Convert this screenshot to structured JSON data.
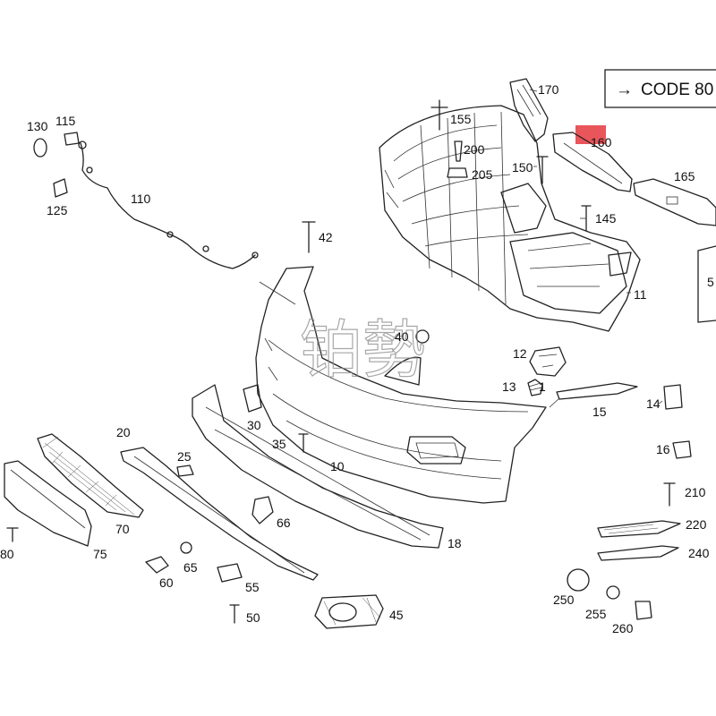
{
  "code_box": {
    "arrow": "→",
    "text": "CODE 80"
  },
  "highlight_color": "#e8555a",
  "watermark": "铂勢",
  "labels": {
    "l130": "130",
    "l115": "115",
    "l125": "125",
    "l110": "110",
    "l42": "42",
    "l155": "155",
    "l200": "200",
    "l205": "205",
    "l170": "170",
    "l160": "160",
    "l150": "150",
    "l165": "165",
    "l145": "145",
    "l11": "11",
    "l5": "5",
    "l40": "40",
    "l12": "12",
    "l13": "13",
    "l1": "1",
    "l15": "15",
    "l14": "14",
    "l30": "30",
    "l20": "20",
    "l25": "25",
    "l35": "35",
    "l10": "10",
    "l16": "16",
    "l210": "210",
    "l220": "220",
    "l240": "240",
    "l70": "70",
    "l75": "75",
    "l80": "80",
    "l66": "66",
    "l18": "18",
    "l60": "60",
    "l65": "65",
    "l55": "55",
    "l50": "50",
    "l45": "45",
    "l250": "250",
    "l255": "255",
    "l260": "260"
  }
}
